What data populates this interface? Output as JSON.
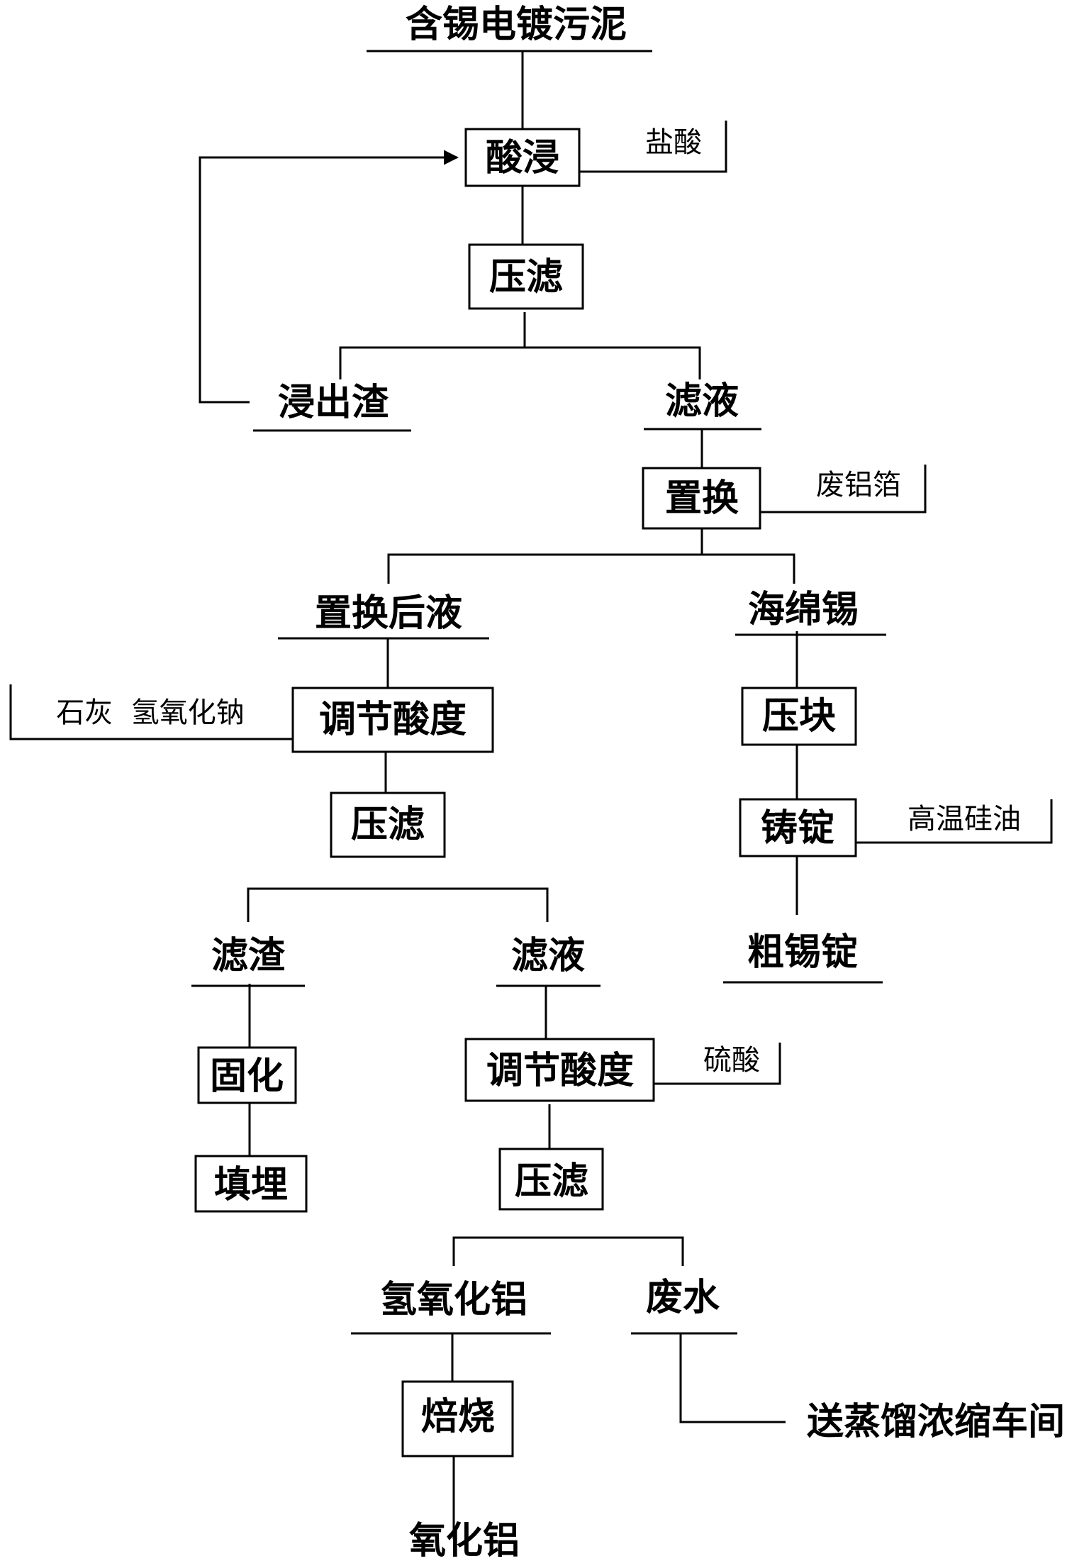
{
  "nodes": {
    "source": "含锡电镀污泥",
    "acid_leach": "酸浸",
    "filter_press_1": "压滤",
    "leach_residue": "浸出渣",
    "filtrate_1": "滤液",
    "replacement": "置换",
    "post_replacement_liquid": "置换后液",
    "sponge_tin": "海绵锡",
    "adjust_acidity_1": "调节酸度",
    "briquetting": "压块",
    "filter_press_2": "压滤",
    "ingot_casting": "铸锭",
    "filter_residue": "滤渣",
    "filtrate_2": "滤液",
    "crude_tin_ingot": "粗锡锭",
    "solidification": "固化",
    "adjust_acidity_2": "调节酸度",
    "landfill": "填埋",
    "filter_press_3": "压滤",
    "aluminum_hydroxide": "氢氧化铝",
    "wastewater": "废水",
    "roasting": "焙烧",
    "to_evaporation": "送蒸馏浓缩车间",
    "alumina": "氧化铝"
  },
  "reagents": {
    "hydrochloric_acid": "盐酸",
    "waste_aluminum_foil": "废铝箔",
    "lime_naoh": "石灰  氢氧化钠",
    "high_temp_silicone_oil": "高温硅油",
    "sulfuric_acid": "硫酸"
  }
}
